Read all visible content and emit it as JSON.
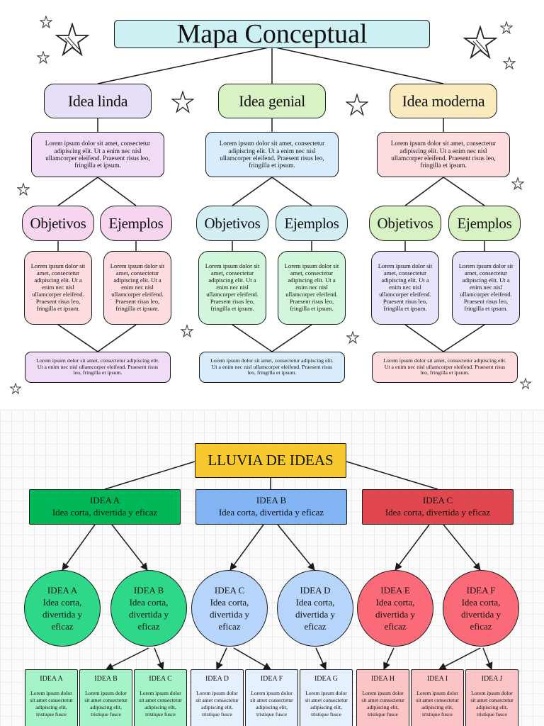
{
  "concept_map": {
    "title": "Mapa Conceptual",
    "columns": [
      {
        "heading": "Idea linda",
        "description": "Lorem ipsum dolor sit amet, consectetur adipiscing elit. Ut a enim nec nisl ullamcorper eleifend. Praesent risus leo, fringilla et ipsum.",
        "objectives_label": "Objetivos",
        "examples_label": "Ejemplos",
        "objectives_text": "Lorem ipsum dolor sit amet, consectetur adipiscing elit. Ut a enim nec nisl ullamcorper eleifend. Praesent risus leo, fringilla et ipsum.",
        "examples_text": "Lorem ipsum dolor sit amet, consectetur adipiscing elit. Ut a enim nec nisl ullamcorper eleifend. Praesent risus leo, fringilla et ipsum.",
        "summary": "Lorem ipsum dolor sit amet, consectetur adipiscing elit. Ut a enim nec nisl ullamcorper eleifend. Praesent risus leo, fringilla et ipsum.",
        "colors": {
          "heading": "#e7def8",
          "description": "#f1dcf7",
          "labels": "#f8d5ef",
          "texts": "#fddcdf",
          "summary": "#f1dcf7"
        }
      },
      {
        "heading": "Idea genial",
        "description": "Lorem ipsum dolor sit amet, consectetur adipiscing elit. Ut a enim nec nisl ullamcorper eleifend. Praesent risus leo, fringilla et ipsum.",
        "objectives_label": "Objetivos",
        "examples_label": "Ejemplos",
        "objectives_text": "Lorem ipsum dolor sit amet, consectetur adipiscing elit. Ut a enim nec nisl ullamcorper eleifend. Praesent risus leo, fringilla et ipsum.",
        "examples_text": "Lorem ipsum dolor sit amet, consectetur adipiscing elit. Ut a enim nec nisl ullamcorper eleifend. Praesent risus leo, fringilla et ipsum.",
        "summary": "Lorem ipsum dolor sit amet, consectetur adipiscing elit. Ut a enim nec nisl ullamcorper eleifend. Praesent risus leo, fringilla et ipsum.",
        "colors": {
          "heading": "#d9f2c4",
          "description": "#d9ecfb",
          "labels": "#d3eff4",
          "texts": "#d3f7dd",
          "summary": "#d9ecfb"
        }
      },
      {
        "heading": "Idea moderna",
        "description": "Lorem ipsum dolor sit amet, consectetur adipiscing elit. Ut a enim nec nisl ullamcorper eleifend. Praesent risus leo, fringilla et ipsum.",
        "objectives_label": "Objetivos",
        "examples_label": "Ejemplos",
        "objectives_text": "Lorem ipsum dolor sit amet, consectetur adipiscing elit. Ut a enim nec nisl ullamcorper eleifend. Praesent risus leo, fringilla et ipsum.",
        "examples_text": "Lorem ipsum dolor sit amet, consectetur adipiscing elit. Ut a enim nec nisl ullamcorper eleifend. Praesent risus leo, fringilla et ipsum.",
        "summary": "Lorem ipsum dolor sit amet, consectetur adipiscing elit. Ut a enim nec nisl ullamcorper eleifend. Praesent risus leo, fringilla et ipsum.",
        "colors": {
          "heading": "#fbecc0",
          "description": "#fddcdf",
          "labels": "#d9f2c4",
          "texts": "#e7e4fb",
          "summary": "#fddcdf"
        }
      }
    ],
    "title_color": "#cdf0f2"
  },
  "brainstorm": {
    "title": "LLUVIA DE IDEAS",
    "title_color": "#f7c92f",
    "ideas": [
      {
        "name": "IDEA A",
        "text": "Idea corta, divertida y eficaz",
        "color": "#00b858"
      },
      {
        "name": "IDEA B",
        "text": "Idea corta, divertida y eficaz",
        "color": "#82b3f2"
      },
      {
        "name": "IDEA C",
        "text": "Idea corta, divertida y eficaz",
        "color": "#e0474f"
      }
    ],
    "circles": [
      {
        "name": "IDEA A",
        "text": "Idea corta, divertida y eficaz",
        "color": "#2fd889"
      },
      {
        "name": "IDEA B",
        "text": "Idea corta, divertida y eficaz",
        "color": "#2fd889"
      },
      {
        "name": "IDEA C",
        "text": "Idea corta, divertida y eficaz",
        "color": "#b7d5fb"
      },
      {
        "name": "IDEA D",
        "text": "Idea corta, divertida y eficaz",
        "color": "#b7d5fb"
      },
      {
        "name": "IDEA E",
        "text": "Idea corta, divertida y eficaz",
        "color": "#fb6a78"
      },
      {
        "name": "IDEA F",
        "text": "Idea corta, divertida y eficaz",
        "color": "#fb6a78"
      }
    ],
    "leaves": [
      {
        "name": "IDEA A",
        "text": "Lorem ipsum dolor sit amet consectetur adipiscing elit, tristique fusce",
        "color": "#a6f3c9"
      },
      {
        "name": "IDEA B",
        "text": "Lorem ipsum dolor sit amet consectetur adipiscing elit, tristique fusce",
        "color": "#a6f3c9"
      },
      {
        "name": "IDEA C",
        "text": "Lorem ipsum dolor sit amet consectetur adipiscing elit, tristique fusce",
        "color": "#a6f3c9"
      },
      {
        "name": "IDEA D",
        "text": "Lorem ipsum dolor sit amet consectetur adipiscing elit, tristique fusce",
        "color": "#e6f0fc"
      },
      {
        "name": "IDEA F",
        "text": "Lorem ipsum dolor sit amet consectetur adipiscing elit, tristique fusce",
        "color": "#e6f0fc"
      },
      {
        "name": "IDEA G",
        "text": "Lorem ipsum dolor sit amet consectetur adipiscing elit, tristique fusce",
        "color": "#e6f0fc"
      },
      {
        "name": "IDEA H",
        "text": "Lorem ipsum dolor sit amet consectetur adipiscing elit, tristique fusce",
        "color": "#fbc4c6"
      },
      {
        "name": "IDEA I",
        "text": "Lorem ipsum dolor sit amet consectetur adipiscing elit, tristique fusce",
        "color": "#fbc4c6"
      },
      {
        "name": "IDEA J",
        "text": "Lorem ipsum dolor sit amet consectetur adipiscing elit, tristique fusce",
        "color": "#fbc4c6"
      }
    ]
  }
}
